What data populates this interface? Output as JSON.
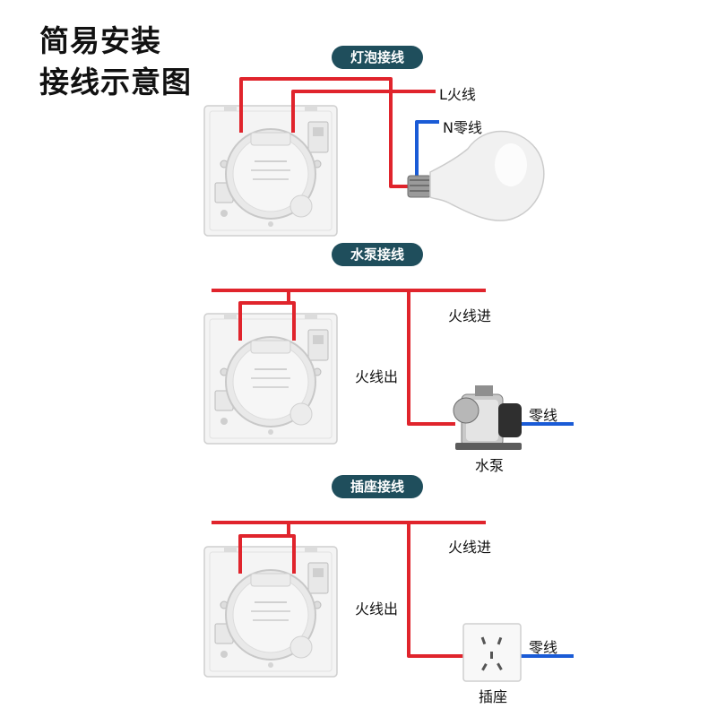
{
  "heading": {
    "line1": "简易安装",
    "line2": "接线示意图"
  },
  "sections": [
    {
      "title": "灯泡接线",
      "live_label": "L火线",
      "neutral_label": "N零线"
    },
    {
      "title": "水泵接线",
      "live_in_label": "火线进",
      "live_out_label": "火线出",
      "neutral_label": "零线",
      "device_label": "水泵"
    },
    {
      "title": "插座接线",
      "live_in_label": "火线进",
      "live_out_label": "火线出",
      "neutral_label": "零线",
      "device_label": "插座"
    }
  ],
  "colors": {
    "live_wire": "#e0242c",
    "neutral_wire": "#1a5bd6",
    "pill_bg": "#1f4e5c"
  },
  "icons": [
    "switch-module-icon",
    "light-bulb-icon",
    "water-pump-icon",
    "wall-socket-icon"
  ]
}
